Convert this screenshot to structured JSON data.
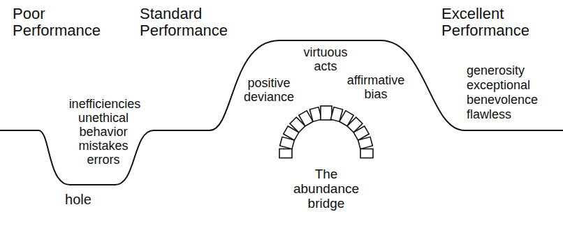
{
  "diagram": {
    "labels": [
      "Poor Performance",
      "Standard Performance",
      "Excellent Performance",
      "inefficiencies",
      "unethical behavior",
      "mistakes",
      "errors",
      "hole",
      "virtuous acts",
      "positive deviance",
      "affirmative bias",
      "generosity",
      "exceptional",
      "benevolence",
      "flawless",
      "The abundance bridge"
    ]
  }
}
